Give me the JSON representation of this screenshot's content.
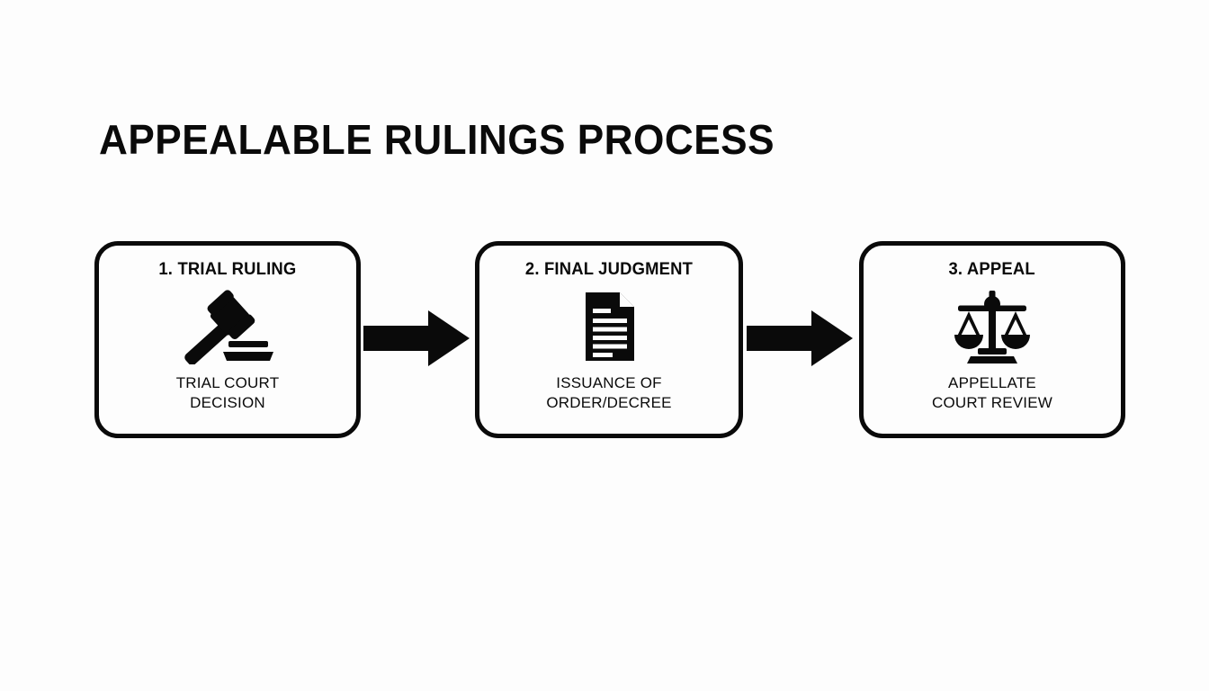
{
  "title": "APPEALABLE RULINGS PROCESS",
  "theme": {
    "background": "#fdfdfd",
    "ink": "#0a0a0a",
    "box_border": "#0a0a0a",
    "arrow_fill": "#0a0a0a"
  },
  "steps": [
    {
      "id": "trial-ruling",
      "header": "1. TRIAL RULING",
      "icon": "gavel-icon",
      "caption_lines": [
        "TRIAL COURT",
        "DECISION"
      ]
    },
    {
      "id": "final-judgment",
      "header": "2. FINAL JUDGMENT",
      "icon": "document-icon",
      "caption_lines": [
        "ISSUANCE OF",
        "ORDER/DECREE"
      ]
    },
    {
      "id": "appeal",
      "header": "3. APPEAL",
      "icon": "scales-of-justice-icon",
      "caption_lines": [
        "APPELLATE",
        "COURT REVIEW"
      ]
    }
  ],
  "connectors": [
    {
      "id": "arrow-1",
      "icon": "arrow-right-icon",
      "from": "trial-ruling",
      "to": "final-judgment"
    },
    {
      "id": "arrow-2",
      "icon": "arrow-right-icon",
      "from": "final-judgment",
      "to": "appeal"
    }
  ]
}
